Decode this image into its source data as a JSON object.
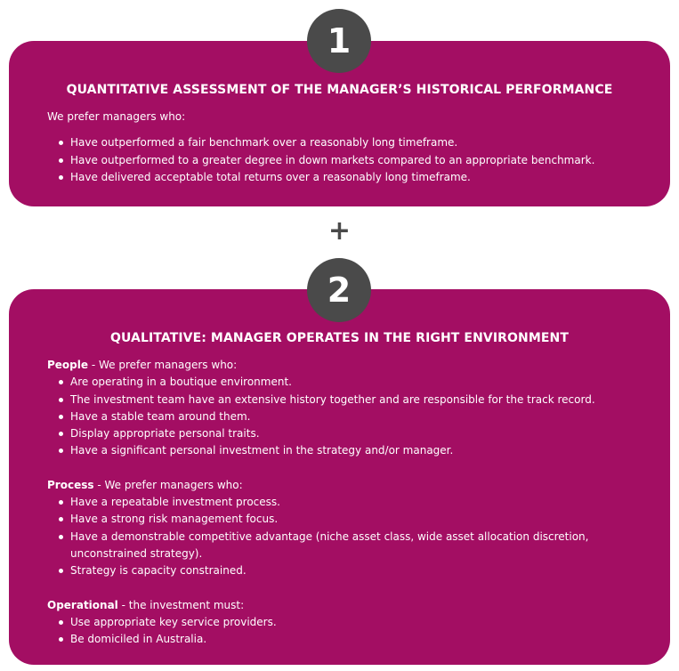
{
  "colors": {
    "panel": "#a30e63",
    "circle": "#4a4a4a",
    "text": "#ffffff"
  },
  "step1": {
    "number": "1",
    "title": "QUANTITATIVE ASSESSMENT OF THE MANAGER’S HISTORICAL PERFORMANCE",
    "intro": "We prefer managers who:",
    "items": [
      "Have outperformed a fair benchmark over a reasonably long timeframe.",
      "Have outperformed to a greater degree in down markets compared to an appropriate benchmark.",
      "Have delivered acceptable total returns over a reasonably long timeframe."
    ]
  },
  "plus": "+",
  "step2": {
    "number": "2",
    "title": "QUALITATIVE: MANAGER OPERATES IN THE RIGHT ENVIRONMENT",
    "people": {
      "lead": "People",
      "rest": " - We prefer managers who:",
      "items": [
        "Are operating in a boutique environment.",
        "The investment team have an extensive history together and are responsible for the track record.",
        "Have a stable team around them.",
        "Display appropriate personal traits.",
        "Have a significant personal investment in the strategy and/or manager."
      ]
    },
    "process": {
      "lead": "Process",
      "rest": " - We prefer managers who:",
      "items": [
        "Have a repeatable investment process.",
        "Have a strong risk management focus.",
        "Have a demonstrable competitive advantage (niche asset class, wide asset allocation discretion, unconstrained strategy).",
        "Strategy is capacity constrained."
      ]
    },
    "operational": {
      "lead": "Operational",
      "rest": " - the investment must:",
      "items": [
        "Use appropriate key service providers.",
        "Be domiciled in Australia."
      ]
    }
  }
}
